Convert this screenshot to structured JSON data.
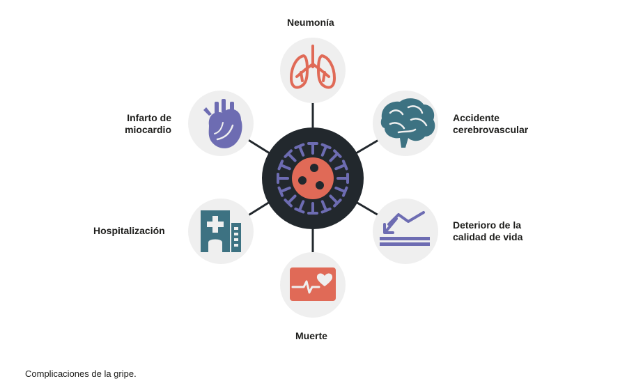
{
  "center": {
    "icon": "virus-icon",
    "colors": {
      "disc": "#22282d",
      "cell": "#e06a57",
      "spikes": "#6d6cb2",
      "nucleus": "#22282d"
    }
  },
  "nodes": [
    {
      "id": "neumonia",
      "label": "Neumonía",
      "icon": "lungs-icon",
      "color": "#e06a57"
    },
    {
      "id": "accidente",
      "label": "Accidente cerebrovascular",
      "icon": "brain-icon",
      "color": "#3d7282"
    },
    {
      "id": "deterioro",
      "label": "Deterioro de la calidad de vida",
      "icon": "declining-chart-icon",
      "color": "#6d6cb2"
    },
    {
      "id": "muerte",
      "label": "Muerte",
      "icon": "heart-monitor-icon",
      "color": "#e06a57"
    },
    {
      "id": "hospitalizacion",
      "label": "Hospitalización",
      "icon": "hospital-icon",
      "color": "#3d7282"
    },
    {
      "id": "infarto",
      "label": "Infarto de miocardio",
      "icon": "heart-icon",
      "color": "#6d6cb2"
    }
  ],
  "colors": {
    "circle_bg": "#efefef",
    "connector": "#22282d"
  },
  "caption": "Complicaciones de la gripe."
}
